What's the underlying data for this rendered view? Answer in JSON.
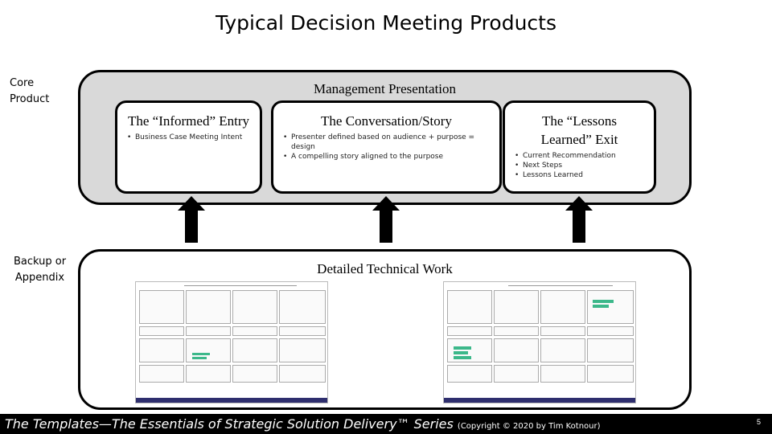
{
  "title": "Typical Decision Meeting Products",
  "labels": {
    "core": "Core Product",
    "backup": "Backup or Appendix"
  },
  "management": {
    "heading": "Management Presentation",
    "cards": [
      {
        "title": "The “Informed” Entry",
        "bullets": [
          "Business Case Meeting Intent"
        ]
      },
      {
        "title": "The Conversation/Story",
        "bullets": [
          "Presenter defined based on audience + purpose = design",
          "A compelling story aligned to the purpose"
        ]
      },
      {
        "title": "The “Lessons Learned” Exit",
        "bullets": [
          "Current Recommendation",
          "Next Steps",
          "Lessons Learned"
        ]
      }
    ]
  },
  "technical": {
    "heading": "Detailed Technical Work"
  },
  "footer": {
    "main": "The Templates—The Essentials of Strategic Solution Delivery™ Series",
    "copyright": "(Copyright © 2020 by Tim Kotnour)",
    "page": "5"
  },
  "colors": {
    "panel_gray": "#d9d9d9",
    "footer_bg": "#000000",
    "thumb_footer": "#2e2e6e",
    "thumb_highlight": "#3cb88a"
  }
}
